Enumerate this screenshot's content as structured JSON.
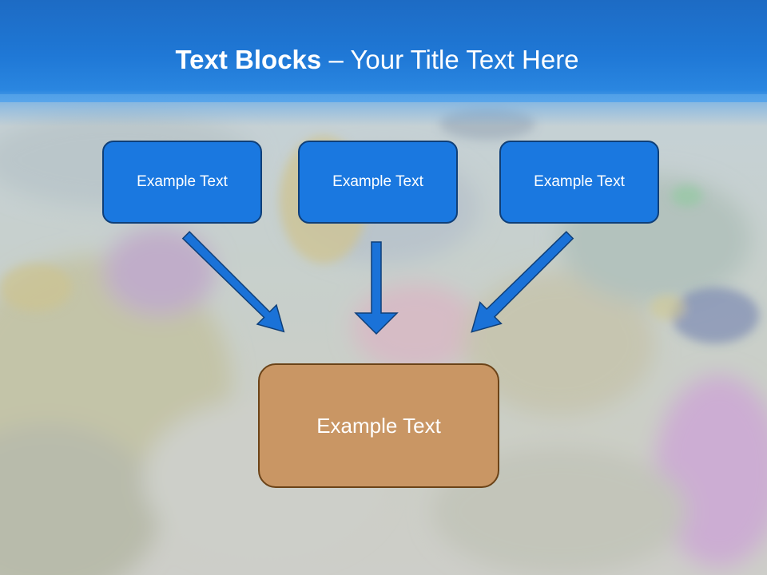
{
  "title": {
    "bold": "Text Blocks",
    "separator": "–",
    "regular": "Your Title Text Here"
  },
  "top_boxes": [
    {
      "text": "Example Text"
    },
    {
      "text": "Example Text"
    },
    {
      "text": "Example Text"
    }
  ],
  "bottom_box": {
    "text": "Example Text"
  },
  "colors": {
    "title_band": "#1f78d6",
    "top_box_fill": "#1a78e0",
    "top_box_border": "#0f3f78",
    "arrow_fill": "#1a72d8",
    "arrow_border": "#0f3f78",
    "bottom_box_fill": "#c99664",
    "bottom_box_border": "#6b4318"
  }
}
